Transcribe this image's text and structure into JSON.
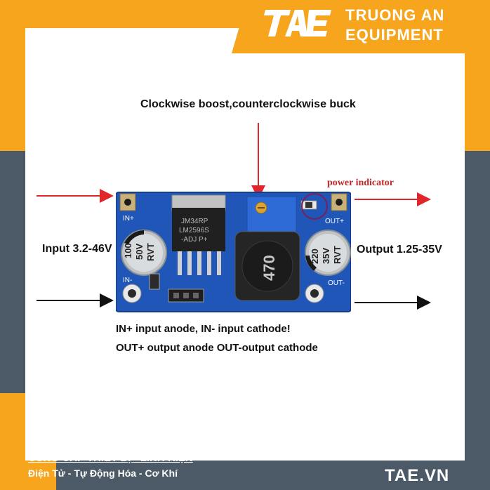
{
  "brand": {
    "logo_text": "TAE",
    "name_line1": "TRUONG AN",
    "name_line2": "EQUIPMENT"
  },
  "diagram": {
    "title": "Clockwise boost,counterclockwise buck",
    "power_indicator": "power indicator",
    "input_label": "Input 3.2-46V",
    "output_label": "Output 1.25-35V",
    "note_line1": "IN+ input anode, IN- input cathode!",
    "note_line2": "OUT+ output anode OUT-output cathode"
  },
  "board": {
    "in_plus": "IN+",
    "in_minus": "IN-",
    "out_plus": "OUT+",
    "out_minus": "OUT-",
    "ic_line1": "JM34RP",
    "ic_line2": "LM2596S",
    "ic_line3": "-ADJ P+",
    "cap_in_line1": "100",
    "cap_in_line2": "50V",
    "cap_in_line3": "RVT",
    "cap_out_line1": "220",
    "cap_out_line2": "35V",
    "cap_out_line3": "RVT",
    "inductor": "470"
  },
  "footer": {
    "line1": "CUNG CẤP THIẾT BỊ - LINH KIỆN",
    "line2": "Điện Tử - Tự Động Hóa - Cơ Khí",
    "site": "TAE.VN"
  },
  "colors": {
    "orange": "#f6a51c",
    "slate": "#4c5a67",
    "pcb_blue": "#1f56b8",
    "arrow_red": "#e0262a"
  }
}
